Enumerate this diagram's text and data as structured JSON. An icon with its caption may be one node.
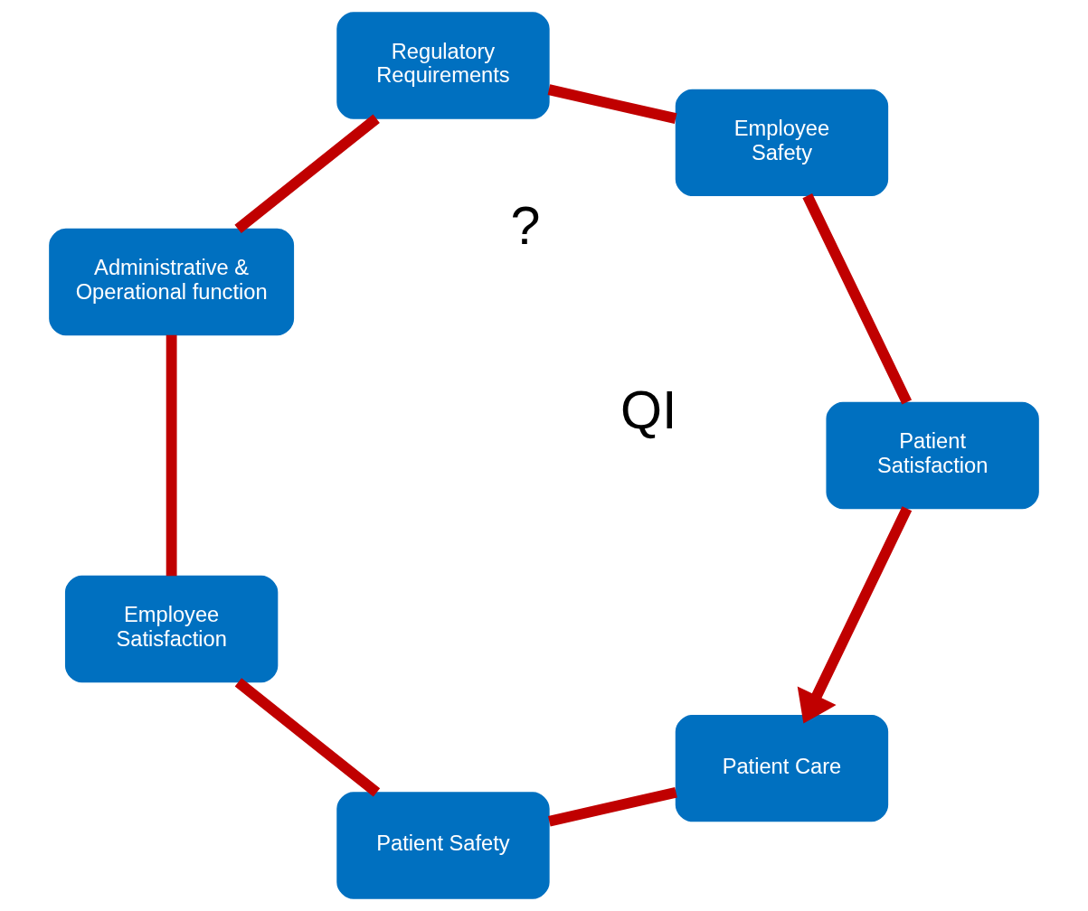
{
  "diagram": {
    "nodes": [
      {
        "text": [
          "Patient Care"
        ]
      },
      {
        "text": [
          "Patient Safety"
        ]
      },
      {
        "text": [
          "Employee Satisfaction"
        ]
      },
      {
        "text": [
          "Administrative & Operational function"
        ]
      },
      {
        "text": [
          "Regulatory Requirements"
        ]
      },
      {
        "text": [
          "Employee Safety"
        ]
      },
      {
        "text": [
          "Patient Satisfaction"
        ]
      }
    ],
    "edges": [
      {
        "from": 0,
        "to": 1,
        "arrow": "none"
      },
      {
        "from": 1,
        "to": 2,
        "arrow": "none"
      },
      {
        "from": 2,
        "to": 3,
        "arrow": "none"
      },
      {
        "from": 3,
        "to": 4,
        "arrow": "none"
      },
      {
        "from": 4,
        "to": 5,
        "arrow": "none"
      },
      {
        "from": 5,
        "to": 6,
        "arrow": "none"
      },
      {
        "from": 6,
        "to": 0,
        "arrow": "to"
      }
    ],
    "labels": [
      "QI",
      "?"
    ]
  }
}
